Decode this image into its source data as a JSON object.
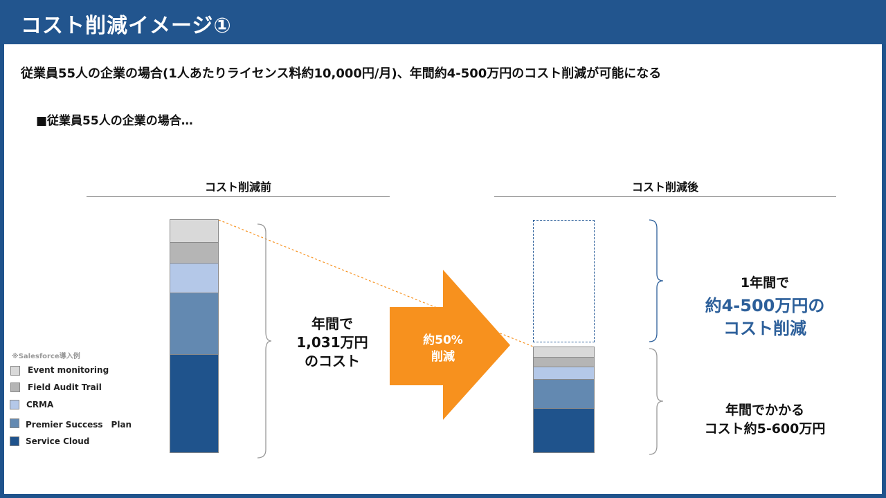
{
  "title": "コスト削減イメージ①",
  "lead": "従業員55人の企業の場合(1人あたりライセンス料約10,000円/月)、年間約4-500万円のコスト削減が可能になる",
  "subhead": "■従業員55人の企業の場合…",
  "before": {
    "heading": "コスト削減前",
    "label_line1": "年間で",
    "label_line2": "1,031万円",
    "label_line3": "のコスト"
  },
  "after": {
    "heading": "コスト削減後",
    "saving_line1": "1年間で",
    "saving_line2": "約4-500万円の",
    "saving_line3": "コスト削減",
    "cost_line1": "年間でかかる",
    "cost_line2": "コスト約5-600万円"
  },
  "arrow": {
    "line1": "約50%",
    "line2": "削減"
  },
  "legend": {
    "note": "※Salesforce導入例",
    "items": [
      {
        "label": "Event monitoring",
        "color": "#d9d9d9"
      },
      {
        "label": "Field Audit Trail",
        "color": "#b5b5b5"
      },
      {
        "label": "CRMA",
        "color": "#b4c8e8"
      },
      {
        "label": "Premier Success　Plan",
        "color": "#6389b1"
      },
      {
        "label": "Service Cloud",
        "color": "#1f538c"
      }
    ]
  },
  "colors": {
    "accent": "#1f538c",
    "arrow": "#f7911e",
    "highlight": "#2c5f9a"
  }
}
